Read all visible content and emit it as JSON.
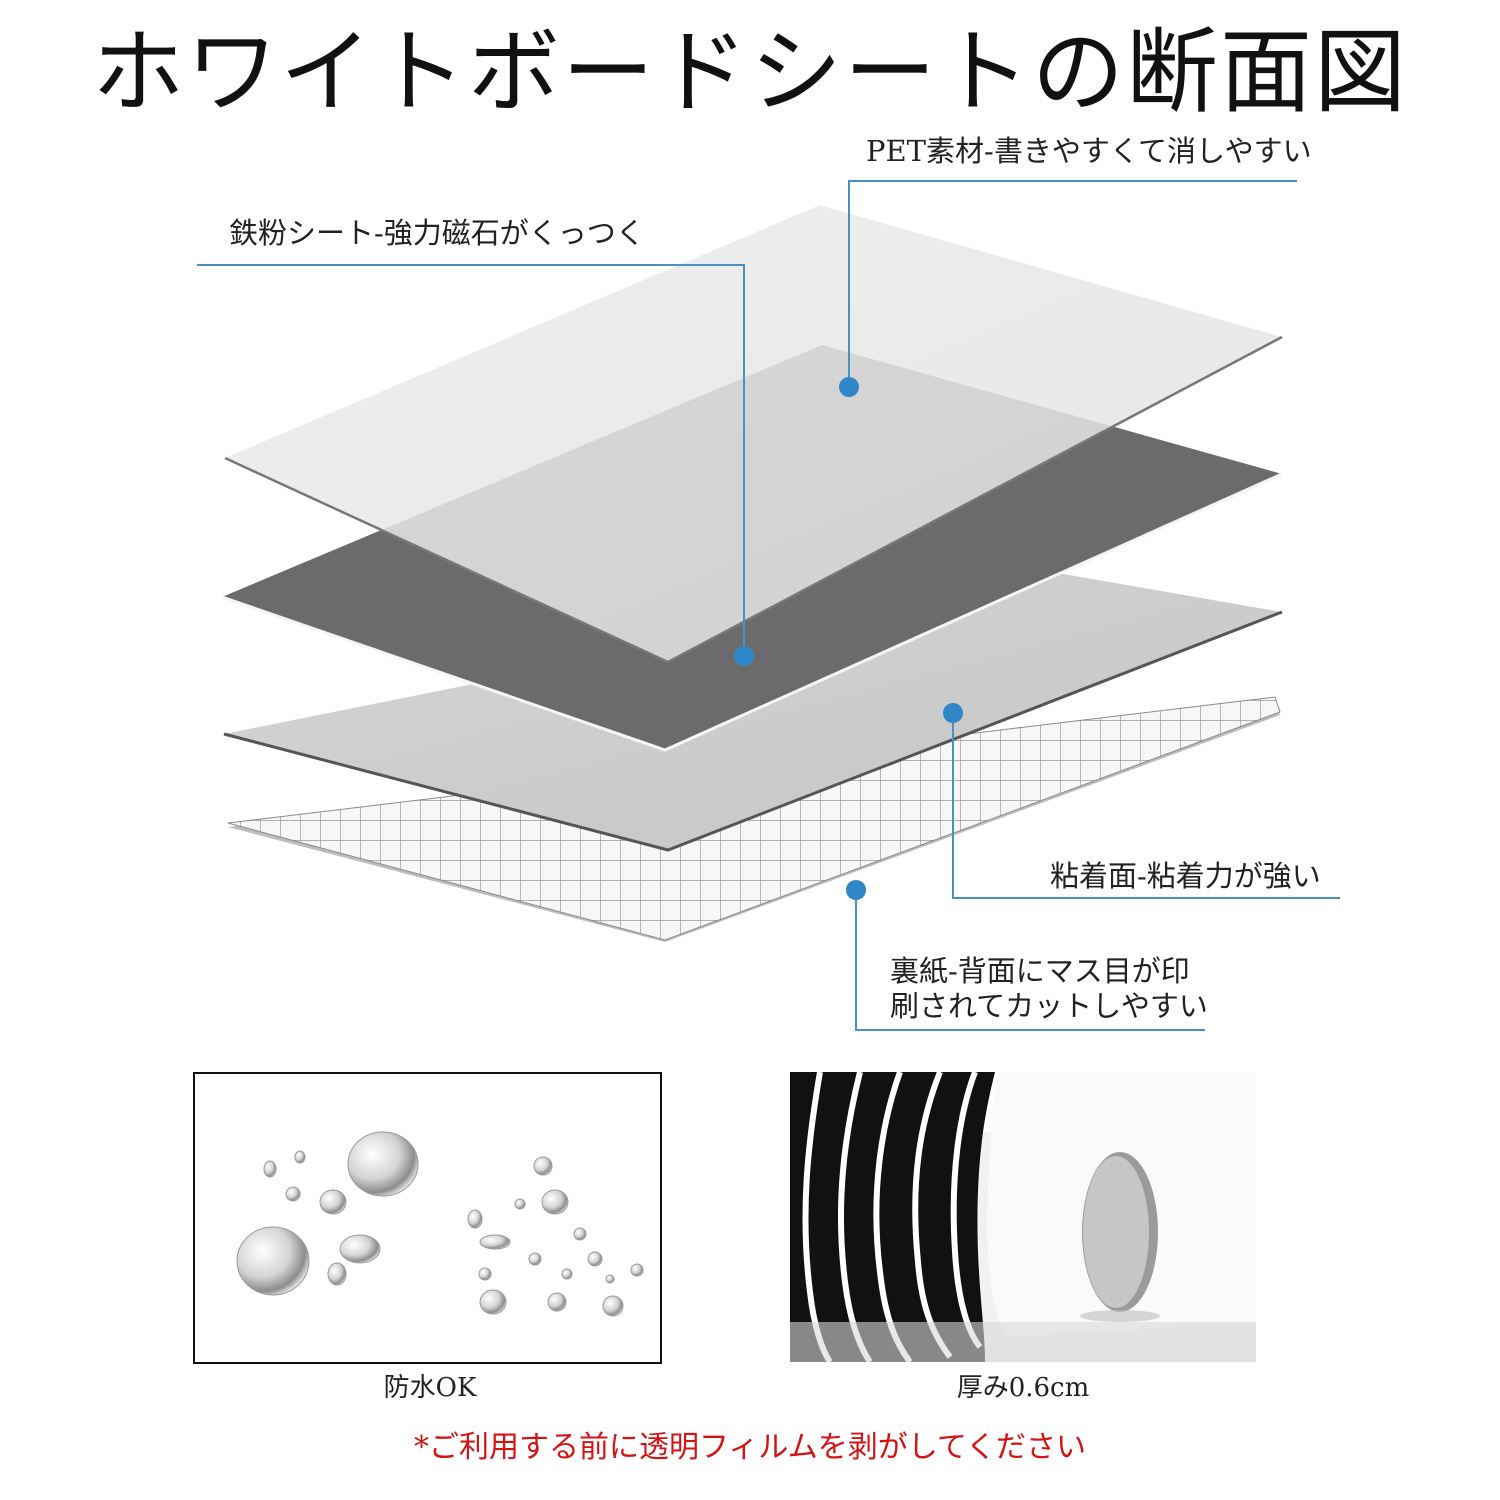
{
  "title": "ホワイトボードシートの断面図",
  "layers": {
    "pet": "PET素材-書きやすくて消しやすい",
    "iron": "鉄粉シート-強力磁石がくっつく",
    "adhesive": "粘着面-粘着力が強い",
    "backing_line1": "裏紙-背面にマス目が印",
    "backing_line2": "刷されてカットしやすい"
  },
  "panels": {
    "waterproof_caption": "防水OK",
    "thickness_caption": "厚み0.6cm"
  },
  "notice": "*ご利用する前に透明フィルムを剥がしてください",
  "colors": {
    "leader_line": "#4a90c2",
    "dot": "#2f86c8",
    "pet_layer": "#e9e9e9",
    "iron_layer": "#6b6b6b",
    "adhesive_layer": "#cfcfcf",
    "backing_layer": "#f4f4f4",
    "notice": "#d31414"
  }
}
